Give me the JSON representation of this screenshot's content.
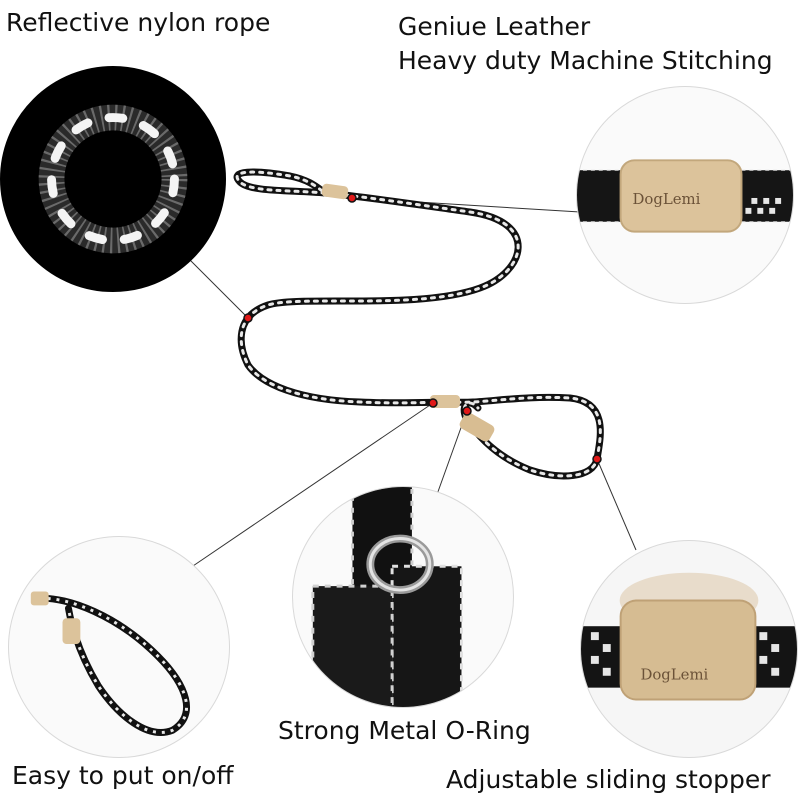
{
  "labels": {
    "reflective": "Reflective nylon rope",
    "leather_line1": "Geniue Leather",
    "leather_line2": "Heavy duty Machine Stitching",
    "oring": "Strong Metal O-Ring",
    "easy": "Easy to put on/off",
    "stopper": "Adjustable sliding stopper"
  },
  "brand": {
    "name_leather": "DogLemi",
    "name_stopper": "DogLemi"
  },
  "colors": {
    "rope": "#111111",
    "rope_fleck": "#e8e8e8",
    "leather": "#dcc39b",
    "marker": "#e01818",
    "callout_line": "#333333"
  }
}
